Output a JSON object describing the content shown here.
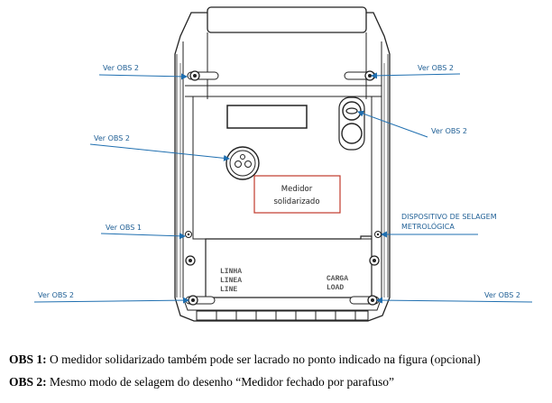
{
  "callouts": {
    "top_left": "Ver OBS 2",
    "top_right": "Ver OBS 2",
    "right_upper": "Ver OBS 2",
    "left_upper": "Ver OBS 2",
    "left_middle": "Ver OBS 1",
    "bottom_left": "Ver OBS 2",
    "bottom_right": "Ver OBS 2",
    "device_line1": "DISPOSITIVO DE SELAGEM",
    "device_line2": "METROLÓGICA"
  },
  "meter": {
    "label_line1": "Medidor",
    "label_line2": "solidarizado",
    "terminal_line_1": "LINHA",
    "terminal_line_2": "LINEA",
    "terminal_line_3": "LINE",
    "terminal_load_1": "CARGA",
    "terminal_load_2": "LOAD"
  },
  "colors": {
    "callout_line": "#1f6fb0",
    "label_border": "#c0392b"
  },
  "notes": {
    "obs1_label": "OBS 1:",
    "obs1_text": " O medidor solidarizado também pode ser lacrado no ponto indicado na figura (opcional)",
    "obs2_label": "OBS 2:",
    "obs2_text": " Mesmo modo de selagem do desenho “Medidor fechado por parafuso”"
  }
}
